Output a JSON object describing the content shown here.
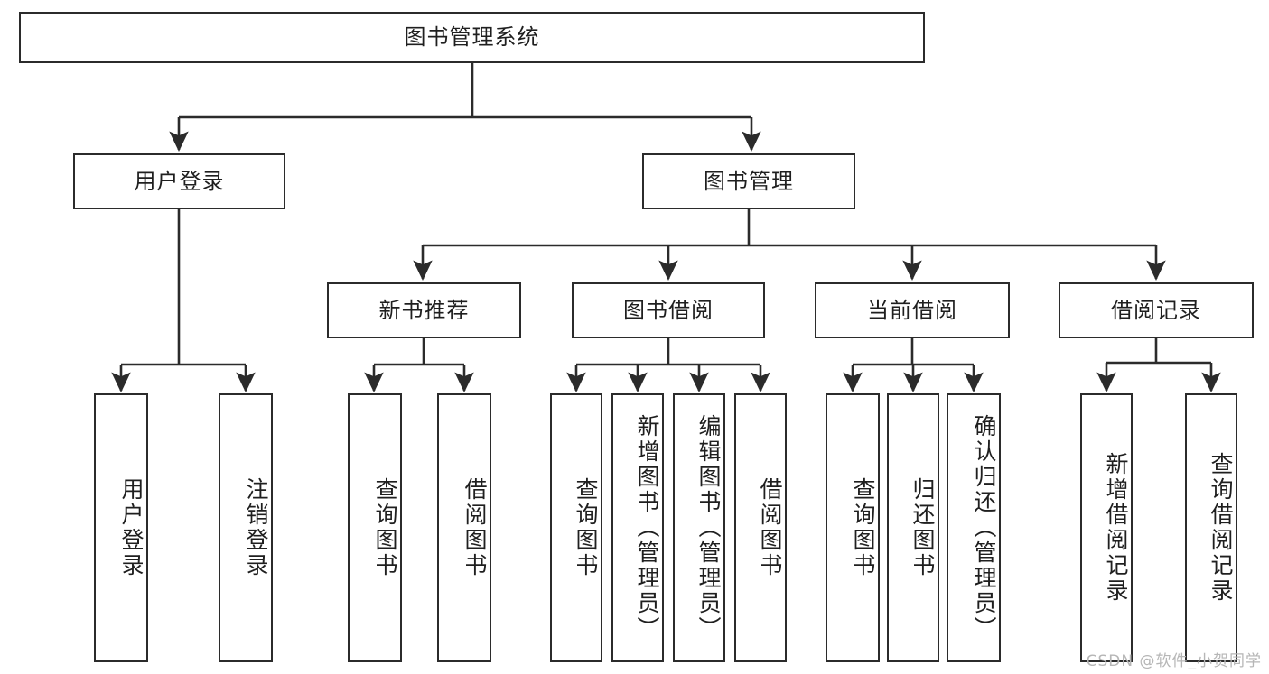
{
  "diagram": {
    "type": "tree-hierarchy",
    "title": "图书管理系统",
    "watermark": "CSDN @软件_小贺同学",
    "colors": {
      "stroke": "#2b2b2b",
      "fill": "#ffffff",
      "text": "#1f1f1f",
      "watermark": "#b6b6b6"
    },
    "nodes": {
      "root": "图书管理系统",
      "level2": [
        "用户登录",
        "图书管理"
      ],
      "level3": [
        "新书推荐",
        "图书借阅",
        "当前借阅",
        "借阅记录"
      ],
      "leaves": {
        "user_login": [
          "用户登录",
          "注销登录"
        ],
        "new_book": [
          "查询图书",
          "借阅图书"
        ],
        "book_borrow": [
          "查询图书",
          "新增图书（管理员）",
          "编辑图书（管理员）",
          "借阅图书"
        ],
        "current_borrow": [
          "查询图书",
          "归还图书",
          "确认归还（管理员）"
        ],
        "borrow_record": [
          "新增借阅记录",
          "查询借阅记录"
        ]
      }
    },
    "edges": [
      {
        "from": "图书管理系统",
        "to": "用户登录"
      },
      {
        "from": "图书管理系统",
        "to": "图书管理"
      },
      {
        "from": "图书管理",
        "to": "新书推荐"
      },
      {
        "from": "图书管理",
        "to": "图书借阅"
      },
      {
        "from": "图书管理",
        "to": "当前借阅"
      },
      {
        "from": "图书管理",
        "to": "借阅记录"
      },
      {
        "from": "用户登录",
        "to": "用户登录"
      },
      {
        "from": "用户登录",
        "to": "注销登录"
      },
      {
        "from": "新书推荐",
        "to": "查询图书"
      },
      {
        "from": "新书推荐",
        "to": "借阅图书"
      },
      {
        "from": "图书借阅",
        "to": "查询图书"
      },
      {
        "from": "图书借阅",
        "to": "新增图书（管理员）"
      },
      {
        "from": "图书借阅",
        "to": "编辑图书（管理员）"
      },
      {
        "from": "图书借阅",
        "to": "借阅图书"
      },
      {
        "from": "当前借阅",
        "to": "查询图书"
      },
      {
        "from": "当前借阅",
        "to": "归还图书"
      },
      {
        "from": "当前借阅",
        "to": "确认归还（管理员）"
      },
      {
        "from": "借阅记录",
        "to": "新增借阅记录"
      },
      {
        "from": "借阅记录",
        "to": "查询借阅记录"
      }
    ]
  }
}
